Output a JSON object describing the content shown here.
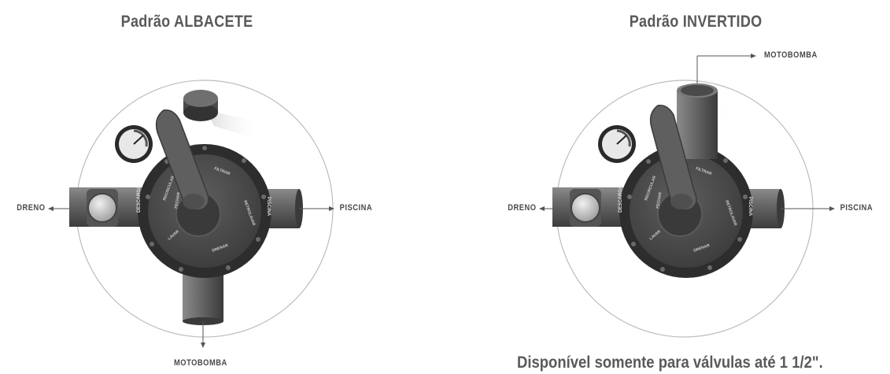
{
  "left_panel": {
    "title": "Padrão ALBACETE",
    "labels": {
      "left": "DRENO",
      "right": "PISCINA",
      "bottom": "MOTOBOMBA"
    },
    "dial_marks": {
      "a": "FILTRAR",
      "b": "RECIRCULAR",
      "c": "RETROLAVAR",
      "d": "DRENAR",
      "e": "LAVAR",
      "f": "FECHAR"
    }
  },
  "right_panel": {
    "title": "Padrão INVERTIDO",
    "labels": {
      "top": "MOTOBOMBA",
      "left": "DRENO",
      "right": "PISCINA"
    },
    "dial_marks": {
      "a": "FILTRAR",
      "b": "RECIRCULAR",
      "c": "RETROLAVAR",
      "d": "DRENAR",
      "e": "LAVAR",
      "f": "FECHAR"
    },
    "note": "Disponível somente para válvulas até 1 1/2\"."
  },
  "colors": {
    "body": "#2f2f2f",
    "dial": "#474747",
    "pipe": "#6a6a6a",
    "circle": "#bdbdbd",
    "text": "#5a5a5a"
  }
}
